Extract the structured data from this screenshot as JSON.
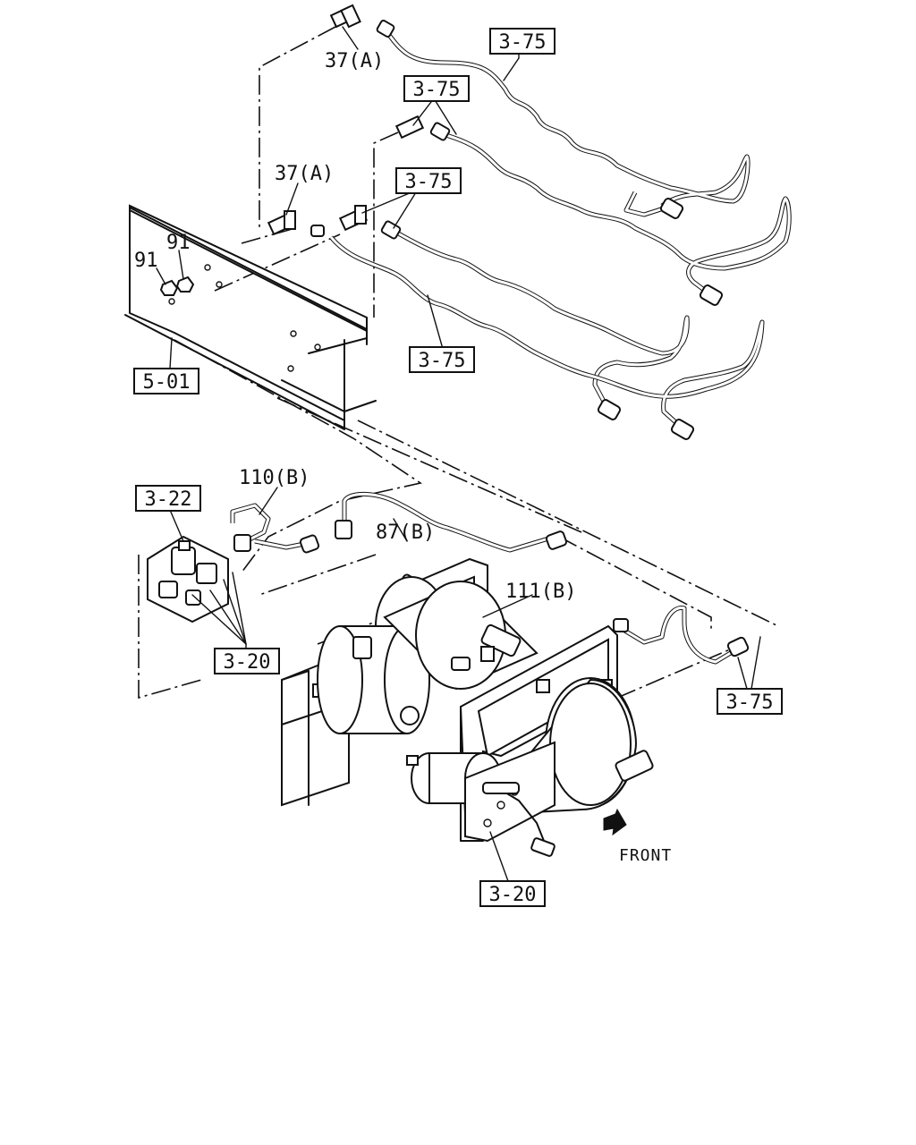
{
  "diagram": {
    "ref_boxes": {
      "ref_3_75_a": "3-75",
      "ref_3_75_b": "3-75",
      "ref_3_75_c": "3-75",
      "ref_3_75_d": "3-75",
      "ref_3_75_e": "3-75",
      "ref_5_01": "5-01",
      "ref_3_22": "3-22",
      "ref_3_20_a": "3-20",
      "ref_3_20_b": "3-20"
    },
    "callouts": {
      "part_37a_top": "37(A)",
      "part_37a_mid": "37(A)",
      "part_91_a": "91",
      "part_91_b": "91",
      "part_110b": "110(B)",
      "part_87b": "87(B)",
      "part_111b": "111(B)"
    },
    "front_label": "FRONT"
  }
}
